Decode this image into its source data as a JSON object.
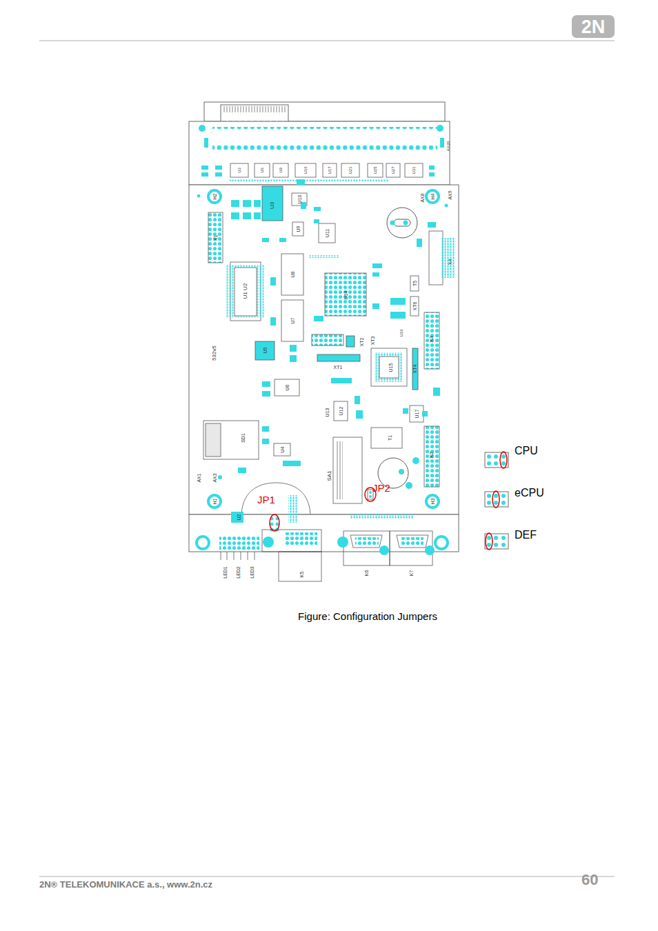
{
  "diagram": {
    "caption": "Figure: Configuration Jumpers",
    "labels": [
      "2N",
      "JP1",
      "JP2",
      "CPU",
      "eCPU",
      "DEF",
      "2N® TELEKOMUNIKACE a.s., www.2n.cz",
      "60",
      "H2",
      "H4",
      "H1",
      "H3",
      "AX8",
      "AX9",
      "X1",
      "U3",
      "U10",
      "U11",
      "U9",
      "U1 U2",
      "U8",
      "U7",
      "U14",
      "T5",
      "XT6",
      "X4",
      "X3",
      "532v5",
      "U5",
      "XT2",
      "XT3",
      "XT1",
      "U15",
      "XT4",
      "U16",
      "U6",
      "U13",
      "U12",
      "U17",
      "SD1",
      "U4",
      "T1",
      "SA1",
      "X2",
      "AX1",
      "AX3",
      "U2",
      "LED1",
      "LED2",
      "LED3",
      "K5",
      "K6",
      "K7",
      "U3",
      "U6",
      "U9",
      "U16",
      "U17",
      "U21",
      "U25",
      "U27",
      "U31",
      "AX20"
    ]
  }
}
